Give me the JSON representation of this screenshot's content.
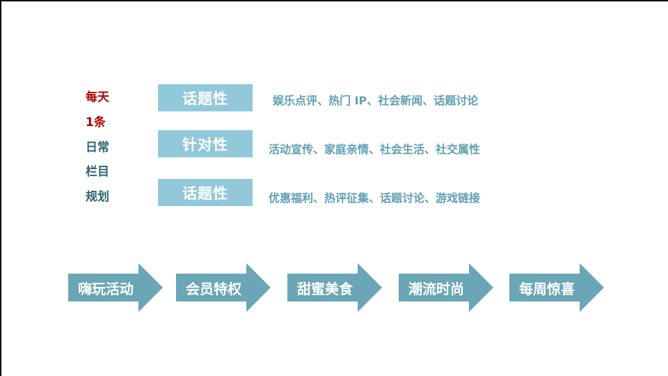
{
  "colors": {
    "accent_red": "#b30000",
    "label_teal": "#2f6474",
    "tag_fill": "#92c9da",
    "desc_text": "#5f9fb2",
    "arrow_fill": "#6aa6b5"
  },
  "side_labels": [
    {
      "text": "每天",
      "color": "red"
    },
    {
      "text": "1条",
      "color": "red"
    },
    {
      "text": "日常",
      "color": "teal"
    },
    {
      "text": "栏目",
      "color": "teal"
    },
    {
      "text": "规划",
      "color": "teal"
    }
  ],
  "rows": [
    {
      "tag": "话题性",
      "description": "娱乐点评、热门 IP、社会新闻、话题讨论"
    },
    {
      "tag": "针对性",
      "description": "活动宣传、家庭亲情、社会生活、社交属性"
    },
    {
      "tag": "话题性",
      "description": "优惠福利、热评征集、话题讨论、游戏链接"
    }
  ],
  "arrows": [
    {
      "label": "嗨玩活动",
      "icon": "arrow-right-icon"
    },
    {
      "label": "会员特权",
      "icon": "arrow-right-icon"
    },
    {
      "label": "甜蜜美食",
      "icon": "arrow-right-icon"
    },
    {
      "label": "潮流时尚",
      "icon": "arrow-right-icon"
    },
    {
      "label": "每周惊喜",
      "icon": "arrow-right-icon"
    }
  ]
}
